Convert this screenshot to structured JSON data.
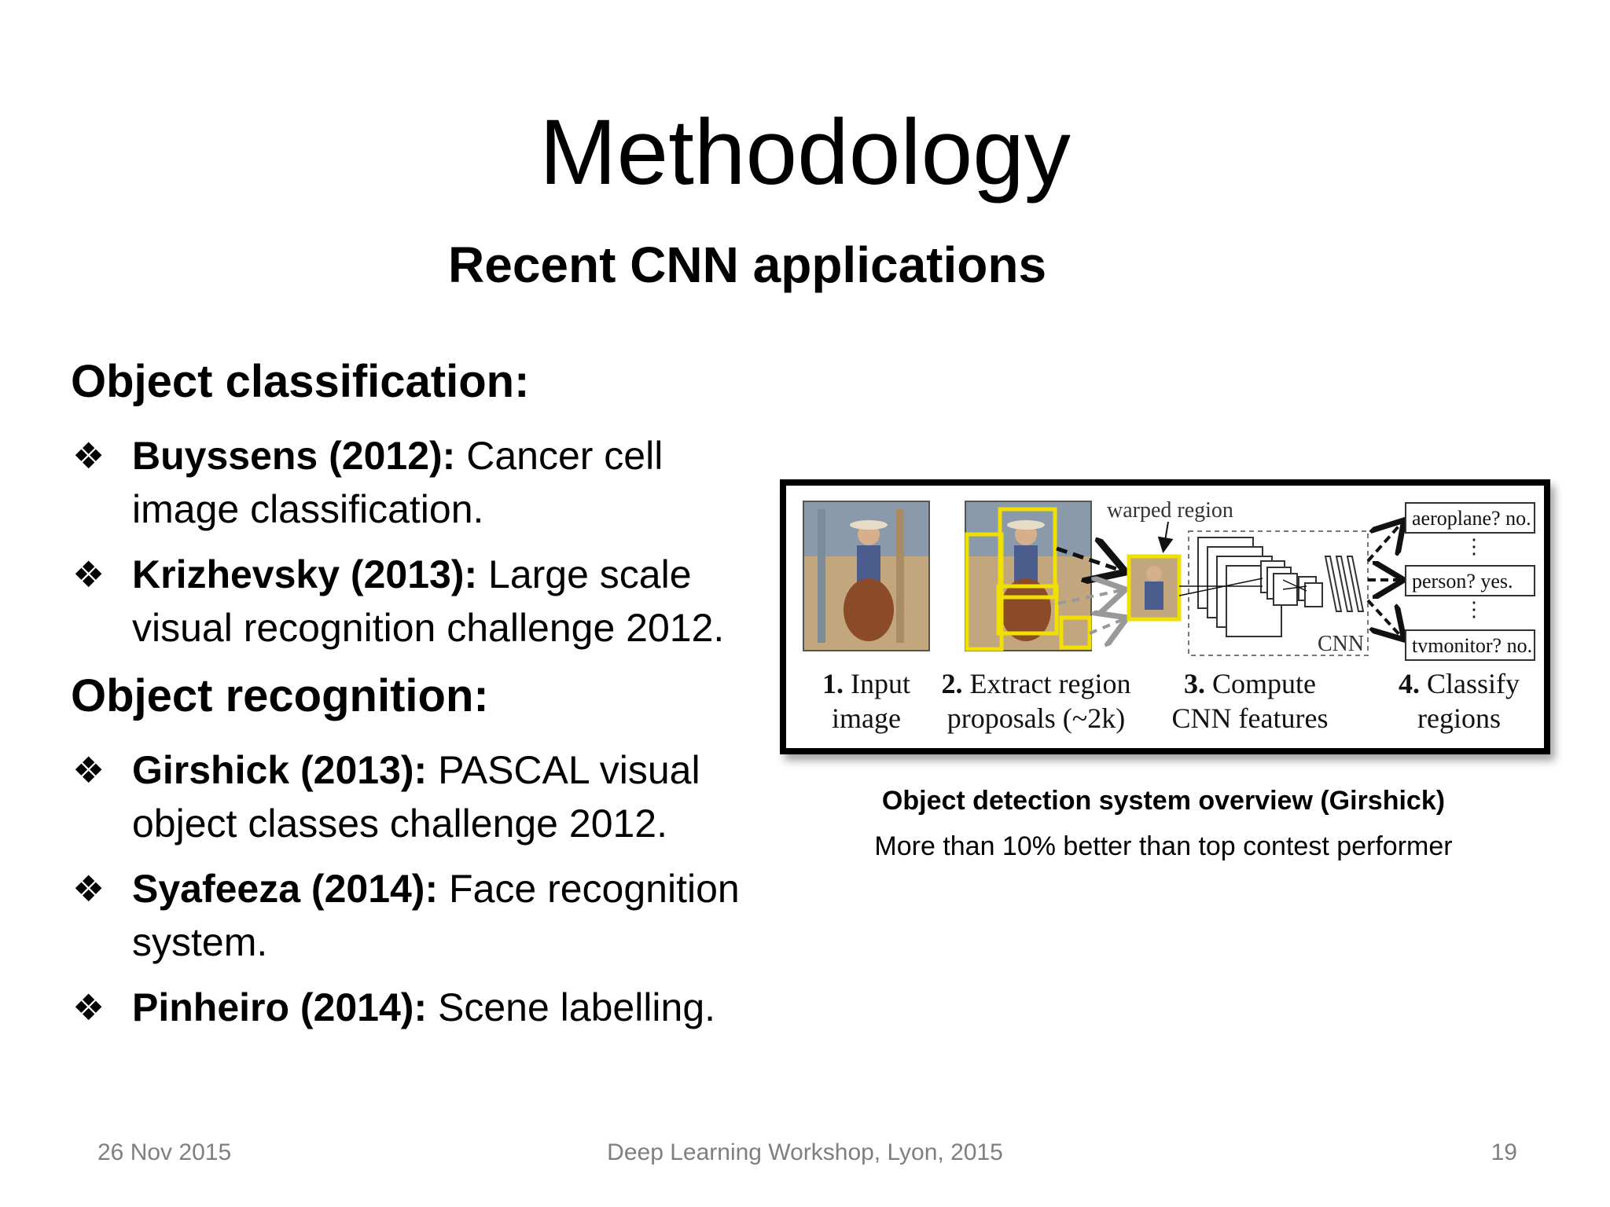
{
  "slide": {
    "title": "Methodology",
    "subtitle": "Recent CNN applications",
    "sections": [
      {
        "heading": "Object classification:",
        "bullets": [
          {
            "author": "Buyssens (2012):",
            "text": "Cancer cell image classification."
          },
          {
            "author": "Krizhevsky (2013):",
            "text": "Large scale visual recognition challenge 2012."
          }
        ]
      },
      {
        "heading": "Object recognition:",
        "bullets": [
          {
            "author": "Girshick (2013):",
            "text": "PASCAL visual object classes challenge 2012."
          },
          {
            "author": "Syafeeza (2014):",
            "text": "Face recognition system."
          },
          {
            "author": "Pinheiro (2014):",
            "text": "Scene labelling."
          }
        ]
      }
    ],
    "bullet_symbol": "❖",
    "figure": {
      "warped_label": "warped region",
      "cnn_label": "CNN",
      "outputs": [
        "aeroplane? no.",
        "person? yes.",
        "tvmonitor? no."
      ],
      "ellipsis": "⋮",
      "steps": [
        {
          "num": "1.",
          "line1": "Input",
          "line2": "image"
        },
        {
          "num": "2.",
          "line1": "Extract region",
          "line2": "proposals (~2k)"
        },
        {
          "num": "3.",
          "line1": "Compute",
          "line2": "CNN features"
        },
        {
          "num": "4.",
          "line1": "Classify",
          "line2": "regions"
        }
      ]
    },
    "caption_title": "Object detection system overview (Girshick)",
    "caption_text": "More than 10% better than top contest performer",
    "footer": {
      "date": "26 Nov 2015",
      "event": "Deep Learning Workshop, Lyon, 2015",
      "page": "19"
    }
  }
}
